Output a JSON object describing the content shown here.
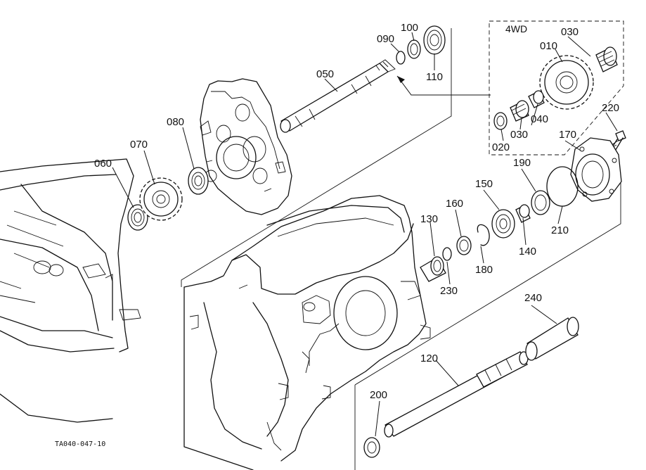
{
  "figure": {
    "reference_code": "TA040-047-10",
    "inset_title": "4WD"
  },
  "part_labels": {
    "p010": "010",
    "p020": "020",
    "p030a": "030",
    "p030b": "030",
    "p040": "040",
    "p050": "050",
    "p060": "060",
    "p070": "070",
    "p080": "080",
    "p090": "090",
    "p100": "100",
    "p110": "110",
    "p120": "120",
    "p130": "130",
    "p140": "140",
    "p150": "150",
    "p160": "160",
    "p170": "170",
    "p180": "180",
    "p190": "190",
    "p200": "200",
    "p210": "210",
    "p220": "220",
    "p230": "230",
    "p240": "240"
  }
}
